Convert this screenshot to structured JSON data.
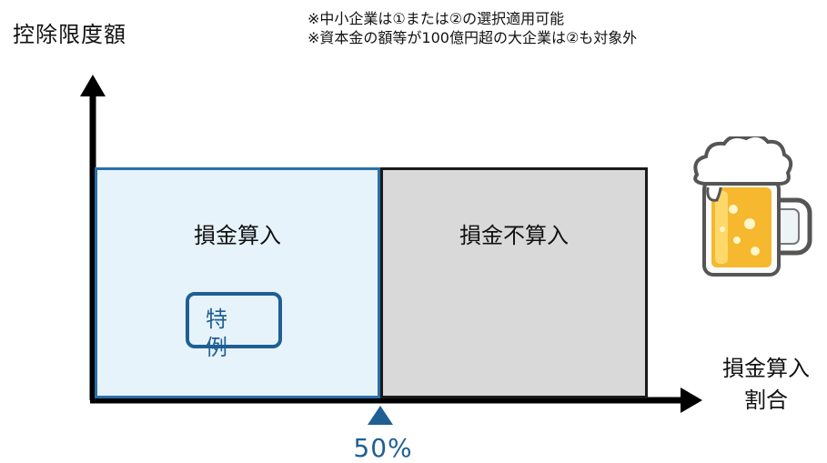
{
  "labels": {
    "y_axis": "控除限度額",
    "x_axis_line1": "損金算入",
    "x_axis_line2": "割合",
    "threshold": "50%"
  },
  "notes": [
    "※中小企業は①または②の選択適用可能",
    "※資本金の額等が100億円超の大企業は②も対象外"
  ],
  "regions": {
    "deductible": "損金算入",
    "non_deductible": "損金不算入",
    "special": "特例"
  },
  "colors": {
    "axis": "#000000",
    "deductible_fill": "#e6f3fb",
    "deductible_border": "#2a6fa8",
    "nondeductible_fill": "#d9d9d9",
    "accent_blue": "#1f5f94"
  },
  "decoration": {
    "icon": "beer-mug-icon"
  }
}
